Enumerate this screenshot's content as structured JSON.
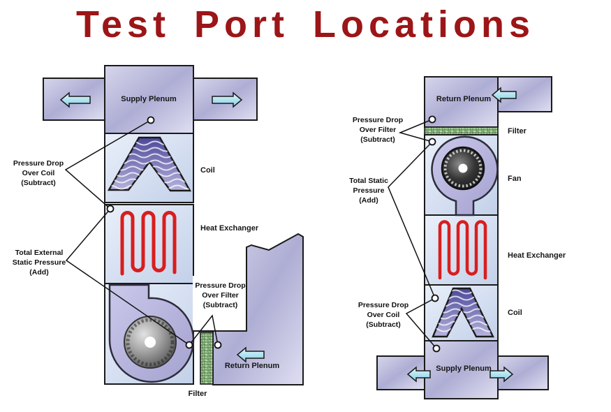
{
  "title": "Test Port Locations",
  "colors": {
    "title_red": "#9c1517",
    "plenum_lavender": "#b4b3d8",
    "section_blue": "#cfdcef",
    "coil_purple": "#504d9d",
    "heat_exchanger_red": "#d81e1e",
    "filter_green": "#b4daa5",
    "arrow_cyan": "#9fdcee",
    "outline_black": "#1a1a1a"
  },
  "left_unit": {
    "section_labels": {
      "supply_plenum": "Supply Plenum",
      "coil": "Coil",
      "heat_exchanger": "Heat Exchanger",
      "return_plenum": "Return Plenum",
      "filter": "Filter"
    },
    "annotations": {
      "pressure_drop_over_coil": "Pressure Drop\nOver Coil\n(Subtract)",
      "total_external_static_pressure": "Total External\nStatic Pressure\n(Add)",
      "pressure_drop_over_filter": "Pressure Drop\nOver Filter\n(Subtract)"
    }
  },
  "right_unit": {
    "section_labels": {
      "return_plenum": "Return Plenum",
      "filter": "Filter",
      "fan": "Fan",
      "heat_exchanger": "Heat Exchanger",
      "coil": "Coil",
      "supply_plenum": "Supply Plenum"
    },
    "annotations": {
      "pressure_drop_over_filter": "Pressure Drop\nOver Filter\n(Subtract)",
      "total_static_pressure": "Total Static\nPressure\n(Add)",
      "pressure_drop_over_coil": "Pressure Drop\nOver Coil\n(Subtract)"
    }
  }
}
